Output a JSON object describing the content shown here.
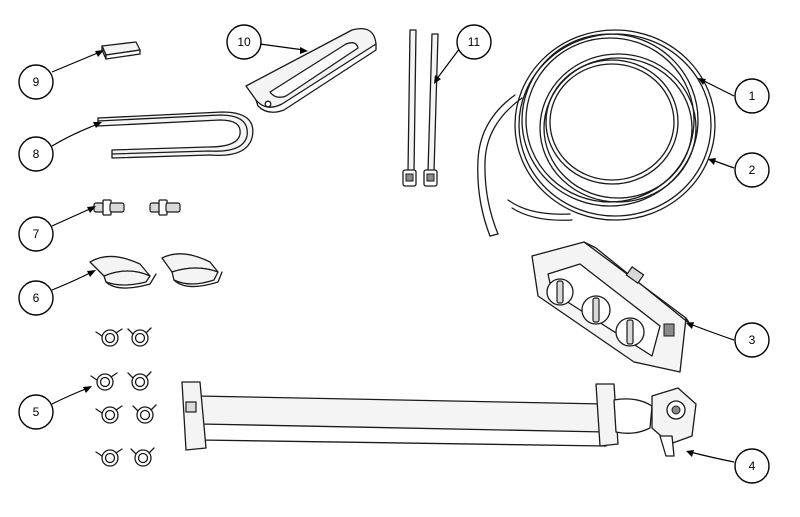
{
  "callouts": [
    {
      "id": "1",
      "label": "1"
    },
    {
      "id": "2",
      "label": "2"
    },
    {
      "id": "3",
      "label": "3"
    },
    {
      "id": "4",
      "label": "4"
    },
    {
      "id": "5",
      "label": "5"
    },
    {
      "id": "6",
      "label": "6"
    },
    {
      "id": "7",
      "label": "7"
    },
    {
      "id": "8",
      "label": "8"
    },
    {
      "id": "9",
      "label": "9"
    },
    {
      "id": "10",
      "label": "10"
    },
    {
      "id": "11",
      "label": "11"
    }
  ],
  "colors": {
    "line": "#1a1a1a",
    "background": "#ffffff",
    "part_fill": "#f4f4f4"
  }
}
